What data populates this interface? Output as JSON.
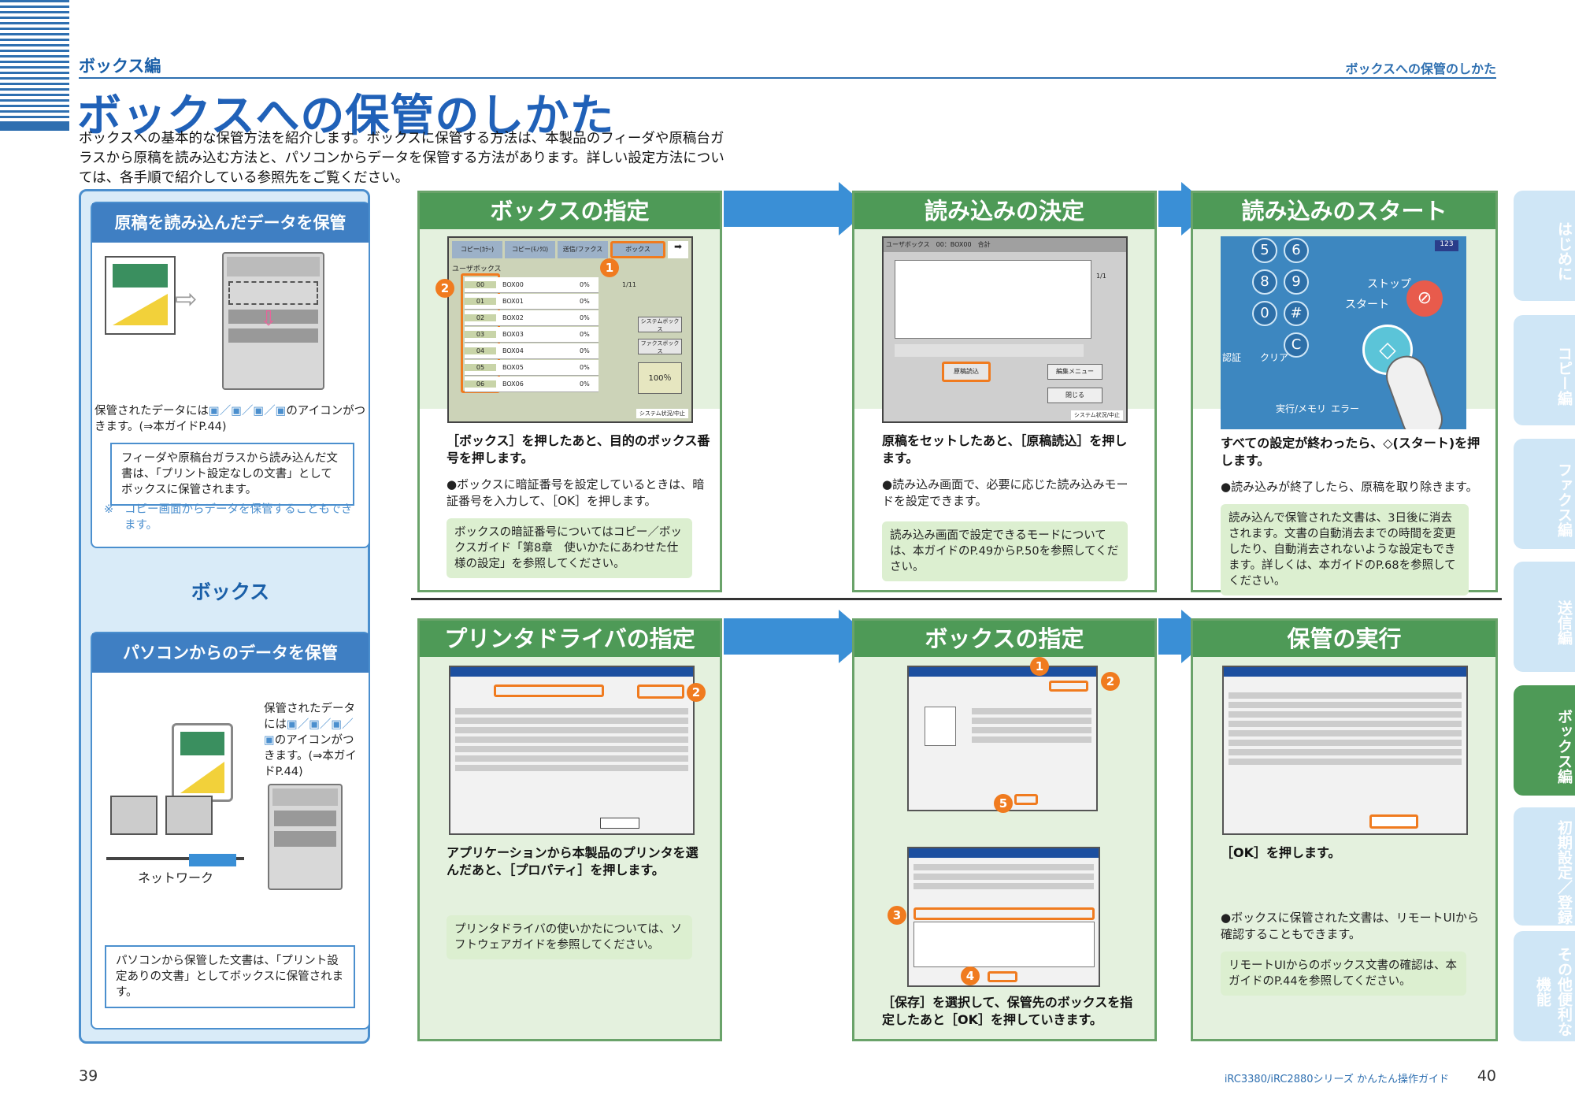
{
  "header": {
    "section": "ボックス編",
    "right_title": "ボックスへの保管のしかた",
    "page_title": "ボックスへの保管のしかた",
    "intro": "ボックスへの基本的な保管方法を紹介します。ボックスに保管する方法は、本製品のフィーダや原稿台ガラスから原稿を読み込む方法と、パソコンからデータを保管する方法があります。詳しい設定方法については、各手順で紹介している参照先をご覧ください。"
  },
  "left": {
    "scan_box": {
      "heading": "原稿を読み込んだデータを保管",
      "icon_note_pre": "保管されたデータには",
      "icon_note_post": "のアイコンがつきます。(⇒本ガイドP.44)",
      "note": "フィーダや原稿台ガラスから読み込んだ文書は、「プリント設定なしの文書」としてボックスに保管されます。",
      "remark_mark": "※",
      "remark": "コピー画面からデータを保管することもできます。"
    },
    "box_label": "ボックス",
    "pc_box": {
      "heading": "パソコンからのデータを保管",
      "icon_note_pre": "保管されたデータには",
      "icon_note_post": "のアイコンがつきます。(⇒本ガイドP.44)",
      "network": "ネットワーク",
      "note": "パソコンから保管した文書は、「プリント設定ありの文書」としてボックスに保管されます。"
    }
  },
  "steps_top": [
    {
      "title": "ボックスの指定",
      "caption": "［ボックス］を押したあと、目的のボックス番号を押します。",
      "bullet": "●ボックスに暗証番号を設定しているときは、暗証番号を入力して、［OK］を押します。",
      "note": "ボックスの暗証番号についてはコピー／ボックスガイド「第8章　使いかたにあわせた仕様の設定」を参照してください。"
    },
    {
      "title": "読み込みの決定",
      "caption": "原稿をセットしたあと、［原稿読込］を押します。",
      "bullet": "●読み込み画面で、必要に応じた読み込みモードを設定できます。",
      "note": "読み込み画面で設定できるモードについては、本ガイドのP.49からP.50を参照してください。"
    },
    {
      "title": "読み込みのスタート",
      "caption": "すべての設定が終わったら、◇(スタート)を押します。",
      "bullet": "●読み込みが終了したら、原稿を取り除きます。",
      "note": "読み込んで保管された文書は、3日後に消去されます。文書の自動消去までの時間を変更したり、自動消去されないような設定もできます。詳しくは、本ガイドのP.68を参照してください。"
    }
  ],
  "steps_bottom": [
    {
      "title": "プリンタドライバの指定",
      "caption": "アプリケーションから本製品のプリンタを選んだあと、［プロパティ］を押します。",
      "note": "プリンタドライバの使いかたについては、ソフトウェアガイドを参照してください。"
    },
    {
      "title": "ボックスの指定",
      "caption": "［保存］を選択して、保管先のボックスを指定したあと［OK］を押していきます。"
    },
    {
      "title": "保管の実行",
      "caption": "［OK］を押します。",
      "bullet": "●ボックスに保管された文書は、リモートUIから確認することもできます。",
      "note": "リモートUIからのボックス文書の確認は、本ガイドのP.44を参照してください。"
    }
  ],
  "screen1": {
    "tabs": [
      "コピー(ｶﾗｰ)",
      "コピー(ﾓﾉｸﾛ)",
      "送信/ファクス",
      "ボックス"
    ],
    "header": "ユーザボックス",
    "rows": [
      {
        "num": "00",
        "name": "BOX00",
        "pct": "0%"
      },
      {
        "num": "01",
        "name": "BOX01",
        "pct": "0%"
      },
      {
        "num": "02",
        "name": "BOX02",
        "pct": "0%"
      },
      {
        "num": "03",
        "name": "BOX03",
        "pct": "0%"
      },
      {
        "num": "04",
        "name": "BOX04",
        "pct": "0%"
      },
      {
        "num": "05",
        "name": "BOX05",
        "pct": "0%"
      },
      {
        "num": "06",
        "name": "BOX06",
        "pct": "0%"
      }
    ],
    "page": "1/11",
    "side1": "システムボックス",
    "side2": "ファクスボックス",
    "percent": "100％",
    "status": "システム状況/中止"
  },
  "screen2": {
    "title": "ユーザボックス",
    "box": "00：BOX00",
    "total": "合計",
    "page": "1/1",
    "read_button": "原稿読込",
    "menu": "編集メニュー",
    "close": "閉じる",
    "status": "システム状況/中止"
  },
  "keypad": {
    "keys": [
      "5",
      "6",
      "8",
      "9",
      "0",
      "#",
      "C"
    ],
    "stop": "ストップ",
    "start": "スタート",
    "auth": "認証",
    "clear": "クリア",
    "memory": "実行/メモリ",
    "error": "エラー",
    "badge": "123"
  },
  "markers": [
    "1",
    "2",
    "3",
    "4",
    "5"
  ],
  "tabs": [
    "はじめに",
    "コピー編",
    "ファクス編",
    "送信編",
    "ボックス編",
    "初期設定／登録",
    "その他便利な機能"
  ],
  "footer": {
    "page_left": "39",
    "model": "iRC3380/iRC2880シリーズ かんたん操作ガイド",
    "page_right": "40"
  },
  "colors": {
    "blue": "#2e6fb0",
    "green": "#4e9a57",
    "orange": "#f07b1f"
  }
}
